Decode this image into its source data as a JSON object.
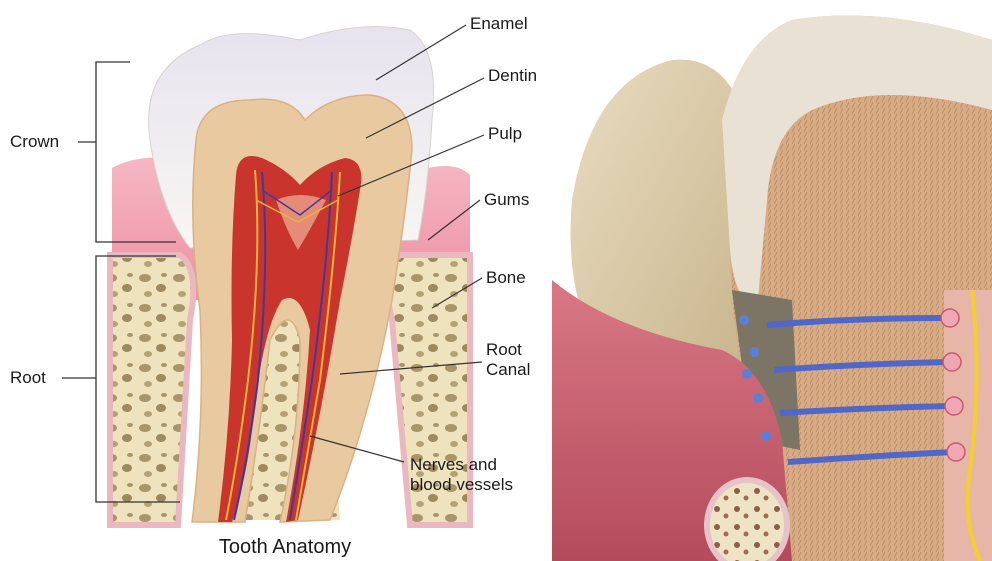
{
  "caption": "Tooth Anatomy",
  "labels": {
    "enamel": "Enamel",
    "dentin": "Dentin",
    "pulp": "Pulp",
    "gums": "Gums",
    "bone": "Bone",
    "root_canal_line1": "Root",
    "root_canal_line2": "Canal",
    "nerves_line1": "Nerves and",
    "nerves_line2": "blood vessels",
    "crown": "Crown",
    "root": "Root"
  },
  "colors": {
    "enamel": "#f3f1ee",
    "dentin": "#e8c9a0",
    "pulp": "#c9342c",
    "gums": "#f2a7b4",
    "bone": "#efe3bd",
    "nerve": "#e8b43a",
    "vessel": "#3f3a9a"
  }
}
